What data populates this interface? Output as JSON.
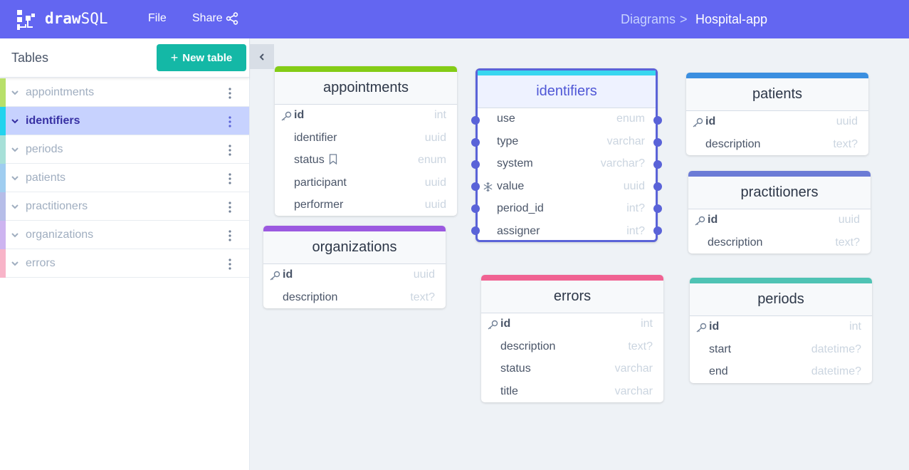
{
  "app": {
    "logo_bold": "draw",
    "logo_light": "SQL",
    "menu": {
      "file": "File",
      "share": "Share"
    },
    "breadcrumb": {
      "parent": "Diagrams",
      "separator": ">",
      "current": "Hospital-app"
    }
  },
  "sidebar": {
    "title": "Tables",
    "new_table_label": "New table",
    "items": [
      {
        "label": "appointments",
        "color": "#b8e06a"
      },
      {
        "label": "identifiers",
        "color": "#22d3ee"
      },
      {
        "label": "periods",
        "color": "#a7e0d8"
      },
      {
        "label": "patients",
        "color": "#9fcdf0"
      },
      {
        "label": "practitioners",
        "color": "#b6bde8"
      },
      {
        "label": "organizations",
        "color": "#cdb4f0"
      },
      {
        "label": "errors",
        "color": "#f8b4c8"
      }
    ]
  },
  "diagram": {
    "tables": {
      "appointments": {
        "name": "appointments",
        "color": "#84cc16",
        "columns": [
          {
            "name": "id",
            "type": "int"
          },
          {
            "name": "identifier",
            "type": "uuid"
          },
          {
            "name": "status",
            "type": "enum"
          },
          {
            "name": "participant",
            "type": "uuid"
          },
          {
            "name": "performer",
            "type": "uuid"
          }
        ]
      },
      "identifiers": {
        "name": "identifiers",
        "color": "#22d3ee",
        "columns": [
          {
            "name": "use",
            "type": "enum"
          },
          {
            "name": "type",
            "type": "varchar"
          },
          {
            "name": "system",
            "type": "varchar?"
          },
          {
            "name": "value",
            "type": "uuid"
          },
          {
            "name": "period_id",
            "type": "int?"
          },
          {
            "name": "assigner",
            "type": "int?"
          }
        ]
      },
      "patients": {
        "name": "patients",
        "color": "#3b8fe0",
        "columns": [
          {
            "name": "id",
            "type": "uuid"
          },
          {
            "name": "description",
            "type": "text?"
          }
        ]
      },
      "practitioners": {
        "name": "practitioners",
        "color": "#6b7bd6",
        "columns": [
          {
            "name": "id",
            "type": "uuid"
          },
          {
            "name": "description",
            "type": "text?"
          }
        ]
      },
      "organizations": {
        "name": "organizations",
        "color": "#9b59e0",
        "columns": [
          {
            "name": "id",
            "type": "uuid"
          },
          {
            "name": "description",
            "type": "text?"
          }
        ]
      },
      "errors": {
        "name": "errors",
        "color": "#f06292",
        "columns": [
          {
            "name": "id",
            "type": "int"
          },
          {
            "name": "description",
            "type": "text?"
          },
          {
            "name": "status",
            "type": "varchar"
          },
          {
            "name": "title",
            "type": "varchar"
          }
        ]
      },
      "periods": {
        "name": "periods",
        "color": "#4fc3b4",
        "columns": [
          {
            "name": "id",
            "type": "int"
          },
          {
            "name": "start",
            "type": "datetime?"
          },
          {
            "name": "end",
            "type": "datetime?"
          }
        ]
      }
    }
  }
}
